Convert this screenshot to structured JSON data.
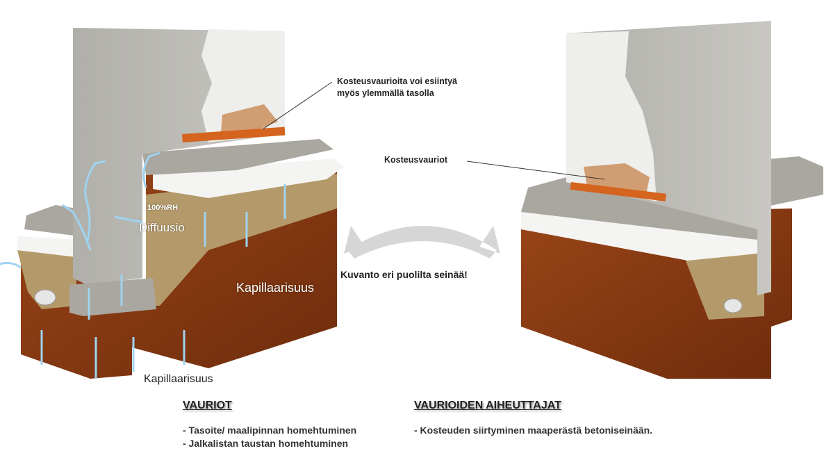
{
  "callouts": {
    "upper_damage_line1": "Kosteusvaurioita voi esiintyä",
    "upper_damage_line2": "myös ylemmällä tasolla",
    "damage": "Kosteusvauriot",
    "rh": "100%RH",
    "diffusion": "Diffuusio",
    "capillary_soil": "Kapillaarisuus",
    "capillary_bottom": "Kapillaarisuus",
    "view_note": "Kuvanto eri puolilta seinää!"
  },
  "damages": {
    "heading": "VAURIOT",
    "items": [
      "- Tasoite/ maalipinnan homehtuminen",
      "- Jalkalistan taustan homehtuminen"
    ]
  },
  "causes": {
    "heading": "VAURIOIDEN AIHEUTTAJAT",
    "items": [
      "- Kosteuden siirtyminen maaperästä betoniseinään."
    ]
  },
  "colors": {
    "soil": "#8a3b14",
    "concrete": "#b9b8b3",
    "insulation": "#f4f4f2",
    "gravel": "#b49a6a",
    "moisture": "#9fd3f0",
    "baseboard": "#d4641e"
  }
}
